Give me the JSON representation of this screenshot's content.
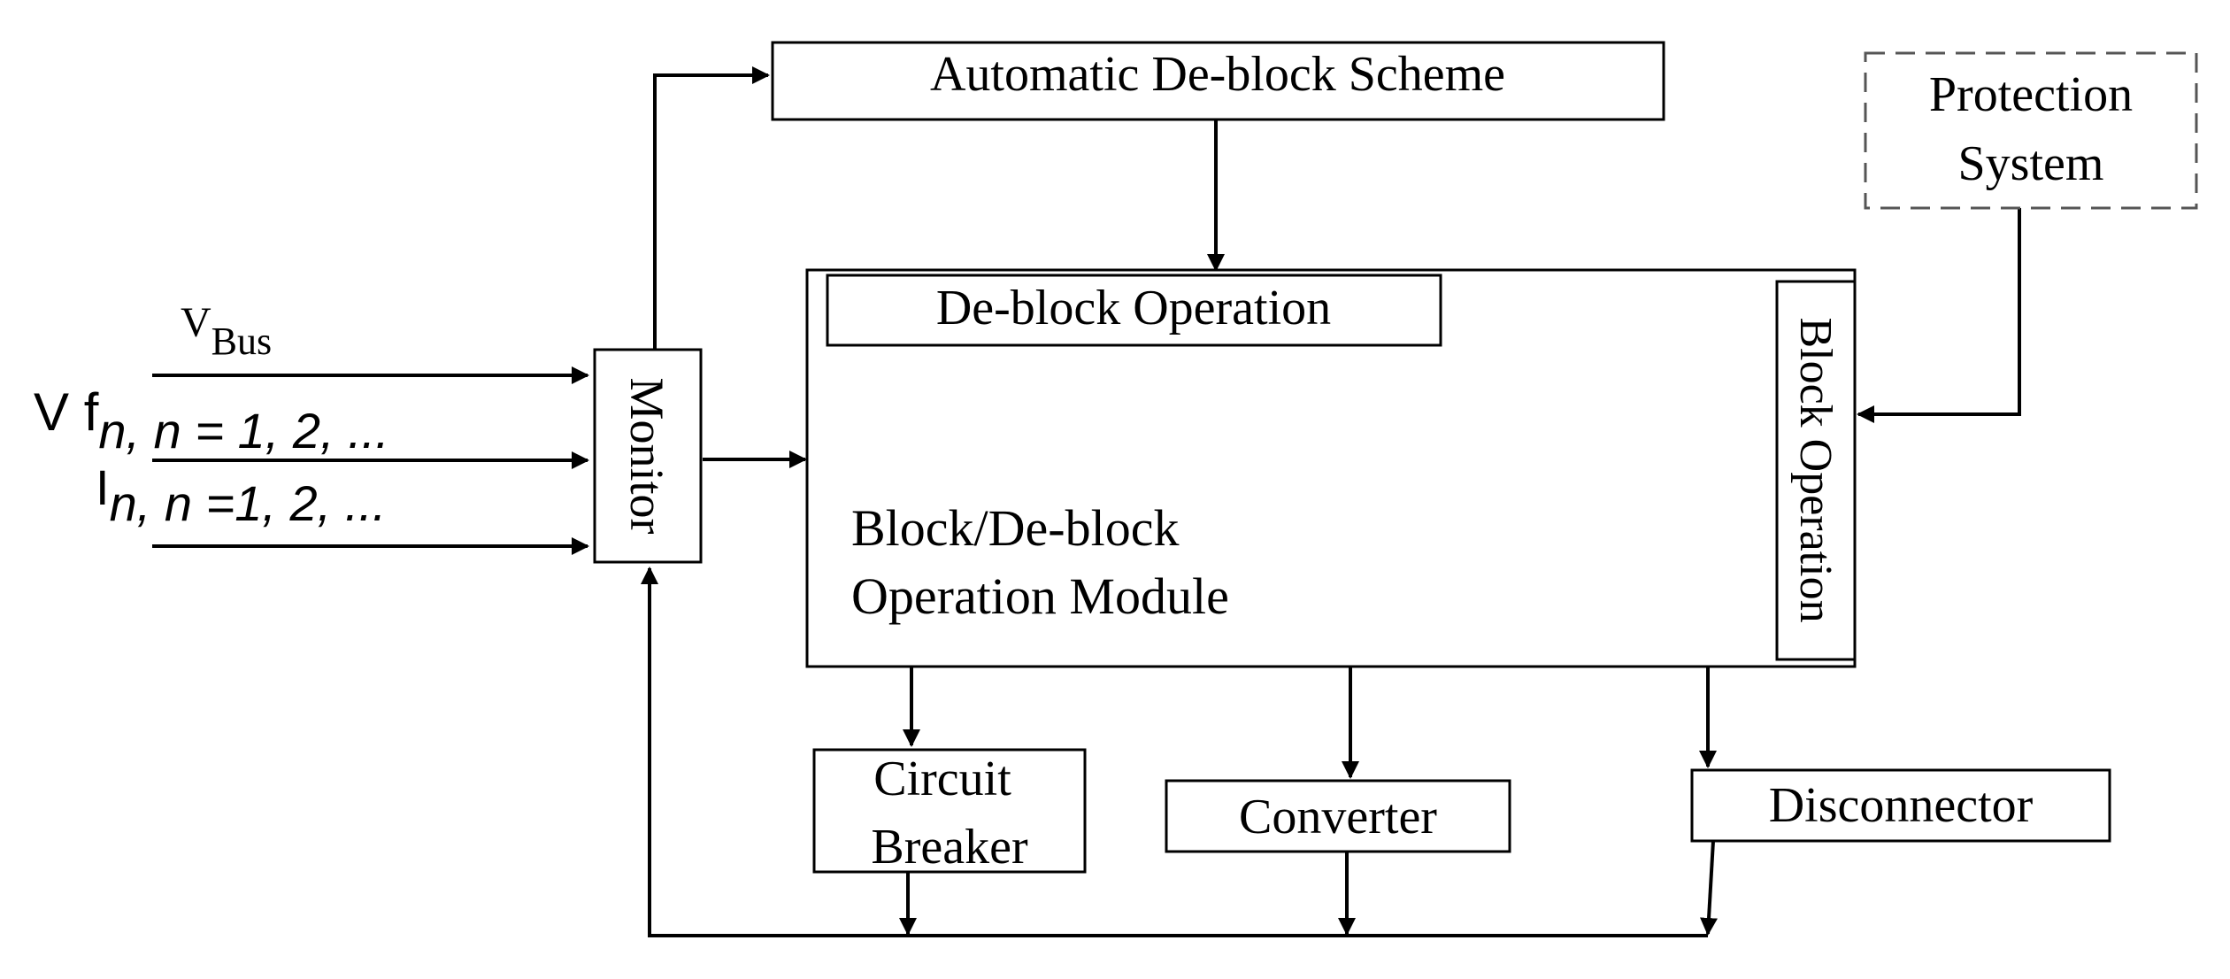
{
  "blocks": {
    "auto_deblock": "Automatic De-block Scheme",
    "protection_line1": "Protection",
    "protection_line2": "System",
    "deblock_operation": "De-block Operation",
    "block_operation": "Block Operation",
    "module_line1": "Block/De-block",
    "module_line2": "Operation Module",
    "monitor": "Monitor",
    "circuit_breaker_line1": "Circuit",
    "circuit_breaker_line2": "Breaker",
    "converter": "Converter",
    "disconnector": "Disconnector"
  },
  "inputs": {
    "vbus_main": "V",
    "vbus_sub": "Bus",
    "vf_prefix": "V f",
    "vf_suffix": "n, n = 1, 2, ...",
    "i_prefix": "I",
    "i_suffix": "n, n =1, 2, ..."
  }
}
